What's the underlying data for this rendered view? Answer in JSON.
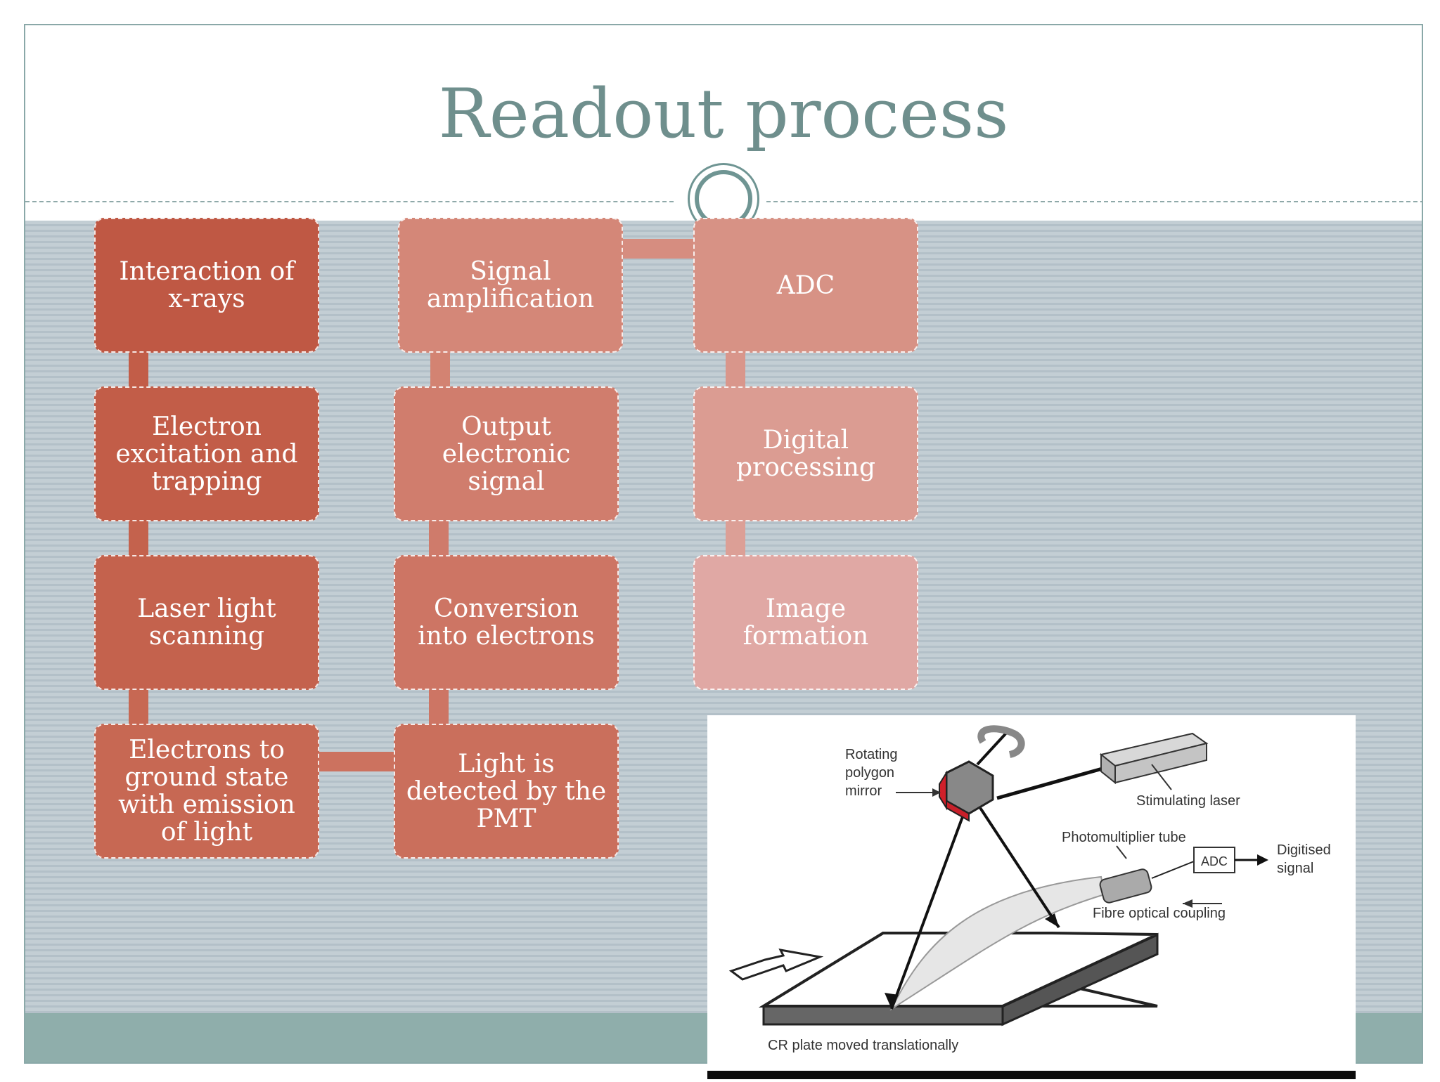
{
  "title": "Readout process",
  "steps": [
    "Interaction of x-rays",
    "Electron excitation and trapping",
    "Laser light scanning",
    "Electrons to ground state with emission of light",
    "Light is detected by the PMT",
    "Conversion into electrons",
    "Output electronic signal",
    "Signal amplification",
    "ADC",
    "Digital processing",
    "Image formation"
  ],
  "figure": {
    "labels": {
      "rotating_mirror": [
        "Rotating",
        "polygon",
        "mirror"
      ],
      "stimulating_laser": "Stimulating laser",
      "pmt": "Photomultiplier tube",
      "adc": "ADC",
      "digitised": [
        "Digitised",
        "signal"
      ],
      "fibre": "Fibre optical coupling",
      "plate": "CR plate moved translationally"
    }
  },
  "colors": {
    "title": "#6f8f8d",
    "accent": "#6f9593",
    "box_dark": "#bf5844",
    "box_light": "#e0a8a4",
    "connector": "#d88a80",
    "footer": "#8faeab"
  }
}
